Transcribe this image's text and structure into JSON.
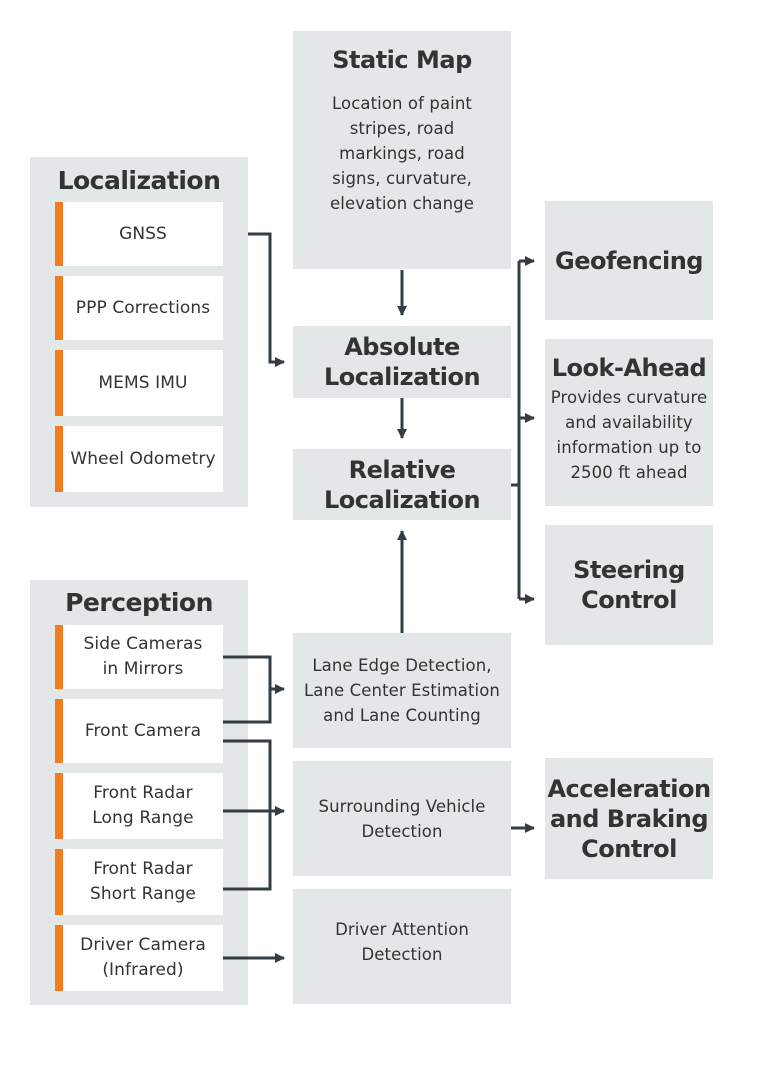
{
  "localization": {
    "title": "Localization",
    "items": [
      "GNSS",
      "PPP Corrections",
      "MEMS IMU",
      "Wheel Odometry"
    ]
  },
  "perception": {
    "title": "Perception",
    "items": [
      "Side Cameras\nin Mirrors",
      "Front Camera",
      "Front Radar\nLong Range",
      "Front Radar\nShort Range",
      "Driver Camera\n(Infrared)"
    ]
  },
  "static_map": {
    "title": "Static Map",
    "description": "Location of paint\nstripes, road\nmarkings, road\nsigns, curvature,\nelevation change"
  },
  "absolute_localization": {
    "title": "Absolute\nLocalization"
  },
  "relative_localization": {
    "title": "Relative\nLocalization"
  },
  "lane_detection": {
    "text": "Lane Edge Detection,\nLane Center Estimation\nand Lane Counting"
  },
  "surrounding_vehicle": {
    "text": "Surrounding Vehicle\nDetection"
  },
  "driver_attention": {
    "text": "Driver Attention\nDetection"
  },
  "geofencing": {
    "title": "Geofencing"
  },
  "look_ahead": {
    "title": "Look-Ahead",
    "description": "Provides curvature\nand availability\ninformation up to\n2500 ft ahead"
  },
  "steering_control": {
    "title": "Steering\nControl"
  },
  "acceleration_braking": {
    "title": "Acceleration\nand Braking\nControl"
  },
  "colors": {
    "panel": "#e3e7e7",
    "accent": "#f47b20",
    "text": "#333333",
    "connector": "#333d42"
  }
}
